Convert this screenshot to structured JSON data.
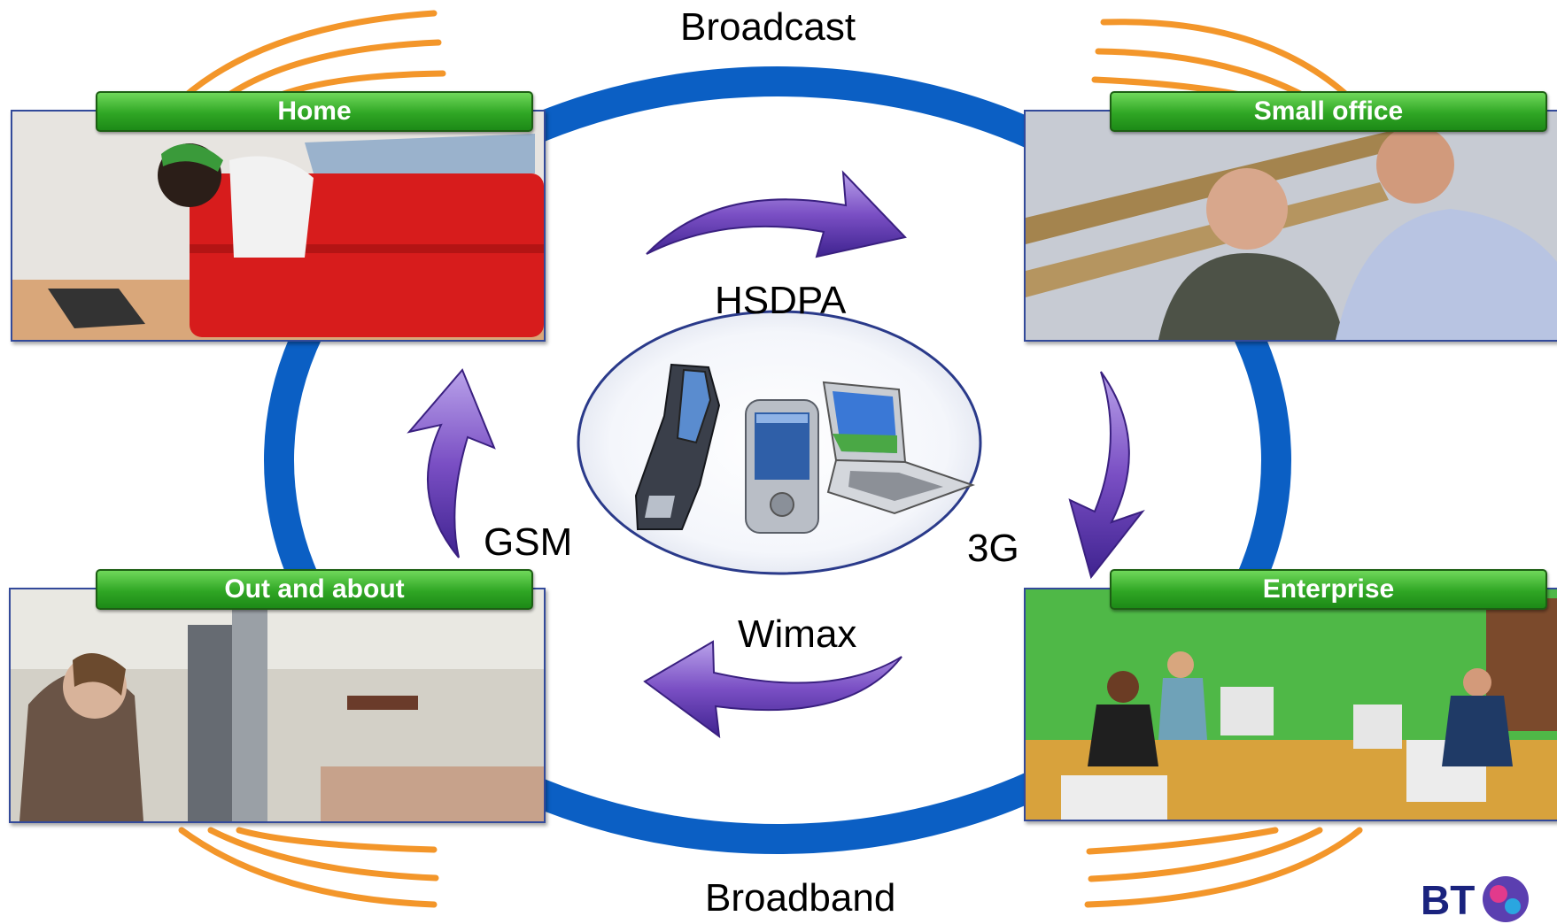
{
  "labels": {
    "broadcast": "Broadcast",
    "broadband": "Broadband",
    "hsdpa": "HSDPA",
    "gsm": "GSM",
    "g3": "3G",
    "wimax": "Wimax"
  },
  "tags": {
    "home": "Home",
    "small_office": "Small office",
    "out_and_about": "Out and about",
    "enterprise": "Enterprise"
  },
  "logo": {
    "text": "BT"
  },
  "colors": {
    "ring": "#0b5fc4",
    "arrow": "#7a4fc4",
    "waves": "#f3962a",
    "tag_green": "#2fa624",
    "photo_border": "#334a9a"
  },
  "icons": [
    "flip-phone-icon",
    "pda-phone-icon",
    "laptop-icon"
  ]
}
